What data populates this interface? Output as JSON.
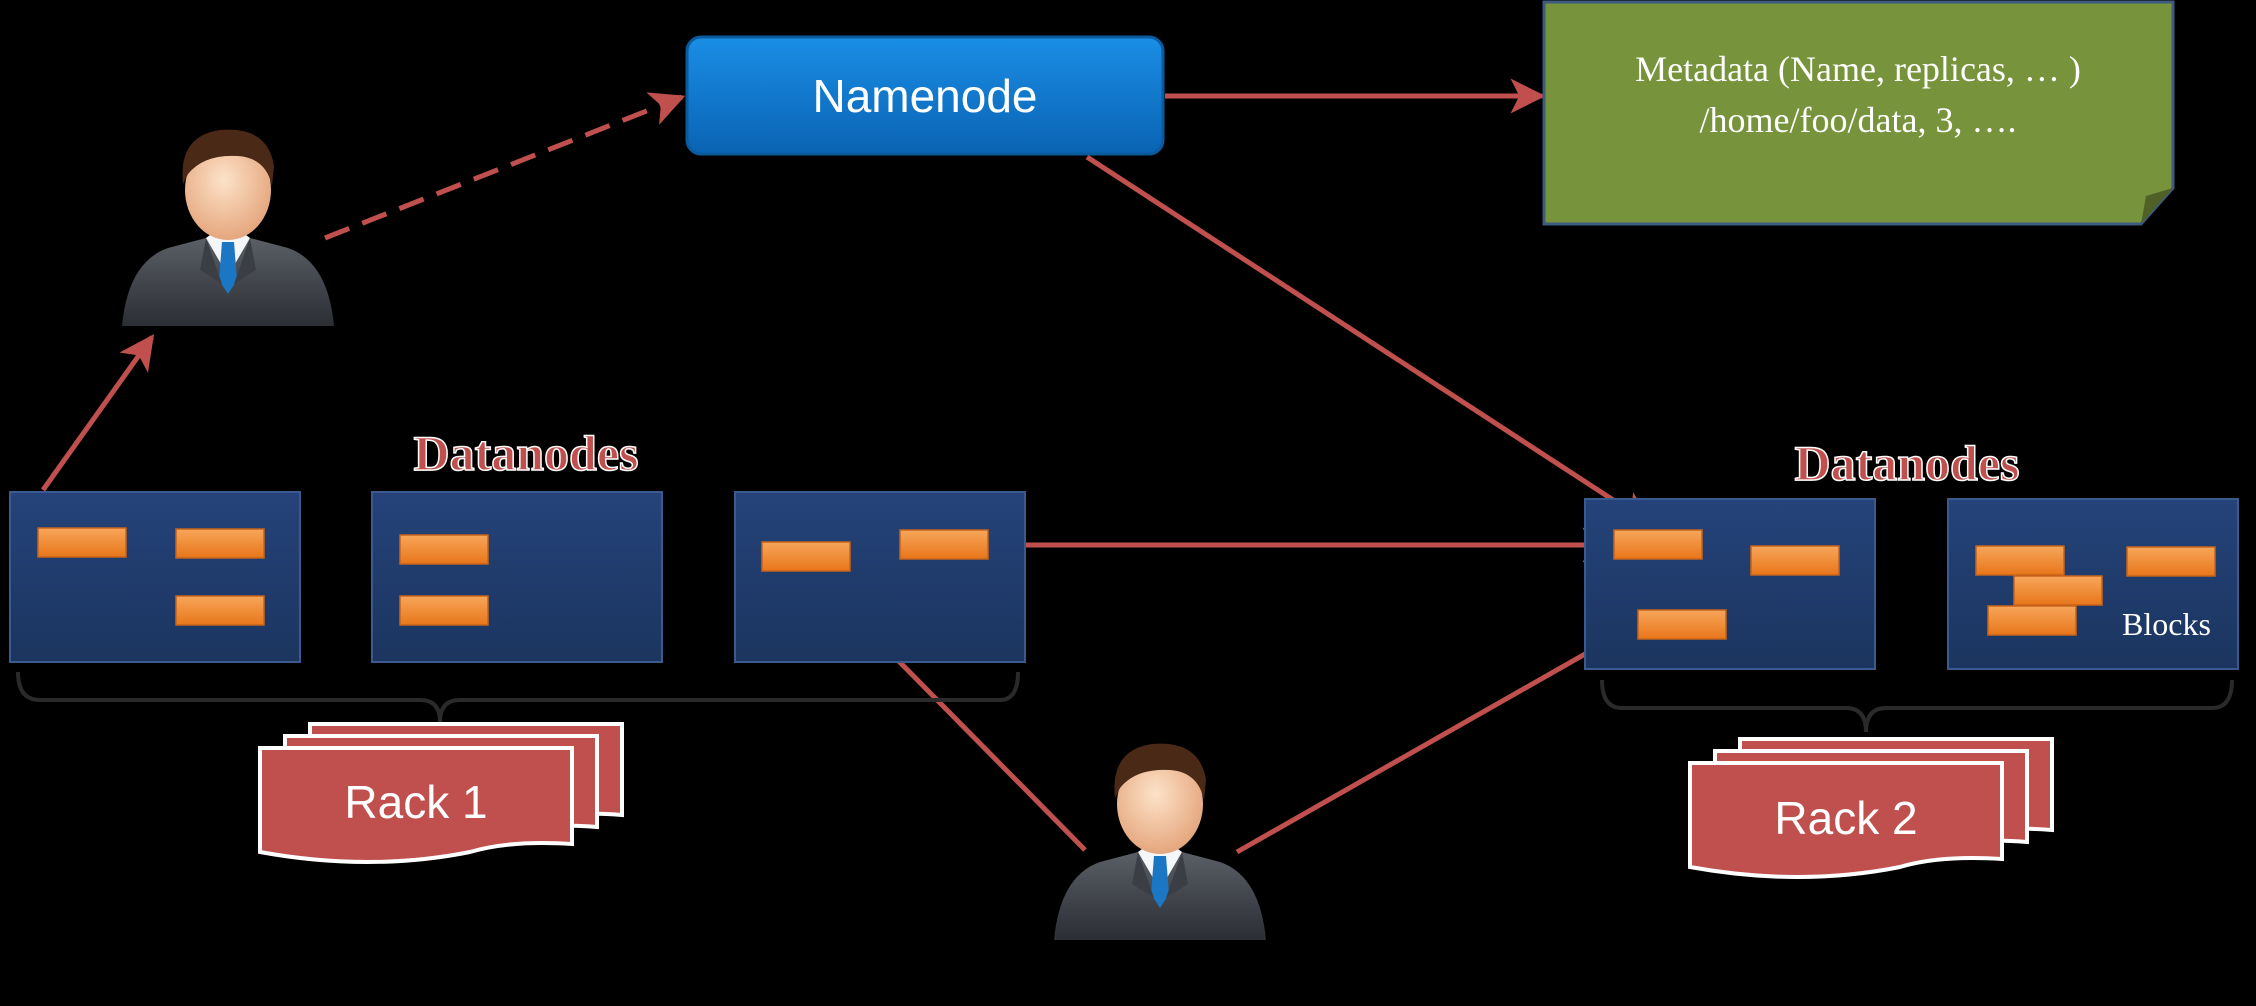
{
  "title": "",
  "namenode": {
    "label": "Namenode"
  },
  "metadata": {
    "line1": "Metadata (Name, replicas, … )",
    "line2": "/home/foo/data, 3, …."
  },
  "rack1": {
    "heading": "Datanodes",
    "label": "Rack 1"
  },
  "rack2": {
    "heading": "Datanodes",
    "label": "Rack 2",
    "blocks_label": "Blocks"
  },
  "colors": {
    "background": "#000000",
    "namenode_fill": "#0b78d0",
    "metadata_fill": "#76923c",
    "datanode_fill": "#1f3864",
    "block_fill": "#f0862a",
    "arrow": "#c0504d",
    "rack_fill": "#c0504d",
    "heading_fill": "#c0504d"
  },
  "icons": [
    "user-icon",
    "user-icon"
  ]
}
